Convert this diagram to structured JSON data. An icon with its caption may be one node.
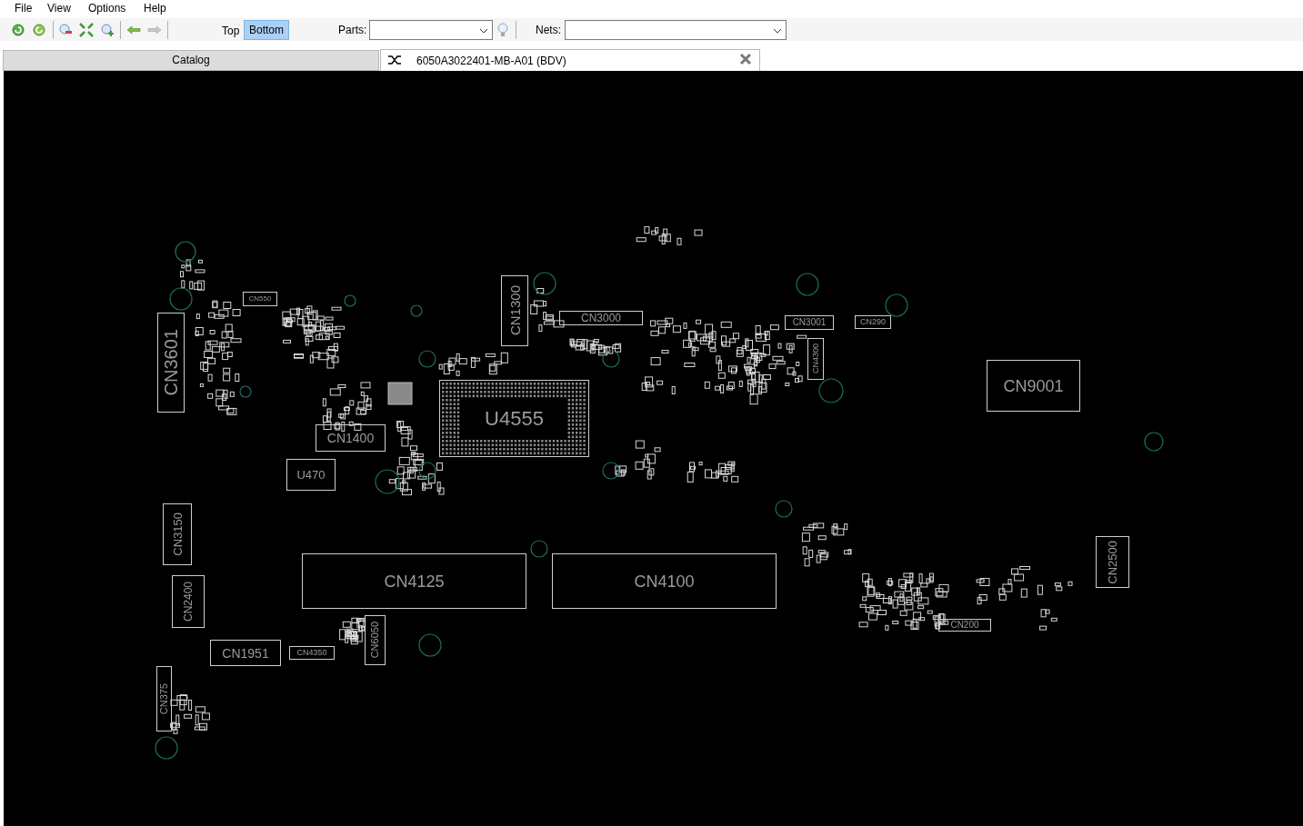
{
  "diagram": {
    "nodes": [
      {
        "text": [
          "CN550"
        ]
      },
      {
        "text": [
          "CN3601"
        ]
      },
      {
        "text": [
          "CN1300"
        ]
      },
      {
        "text": [
          "CN3000"
        ]
      },
      {
        "text": [
          "CN3001"
        ]
      },
      {
        "text": [
          "CN290"
        ]
      },
      {
        "text": [
          "CN4300"
        ]
      },
      {
        "text": [
          "U4555"
        ]
      },
      {
        "text": [
          "CN9001"
        ]
      },
      {
        "text": [
          "CN1400"
        ]
      },
      {
        "text": [
          "U470"
        ]
      },
      {
        "text": [
          "CN3150"
        ]
      },
      {
        "text": [
          "CN2500"
        ]
      },
      {
        "text": [
          "CN4125"
        ]
      },
      {
        "text": [
          "CN4100"
        ]
      },
      {
        "text": [
          "CN2400"
        ]
      },
      {
        "text": [
          "CN6050"
        ]
      },
      {
        "text": [
          "CN200"
        ]
      },
      {
        "text": [
          "CN1951"
        ]
      },
      {
        "text": [
          "CN4350"
        ]
      },
      {
        "text": [
          "CN375"
        ]
      }
    ],
    "labels": [
      "File",
      "View",
      "Options",
      "Help",
      "Top",
      "Bottom",
      "Parts:",
      "Nets:",
      "Catalog",
      "6050A3022401-MB-A01 (BDV)"
    ]
  }
}
